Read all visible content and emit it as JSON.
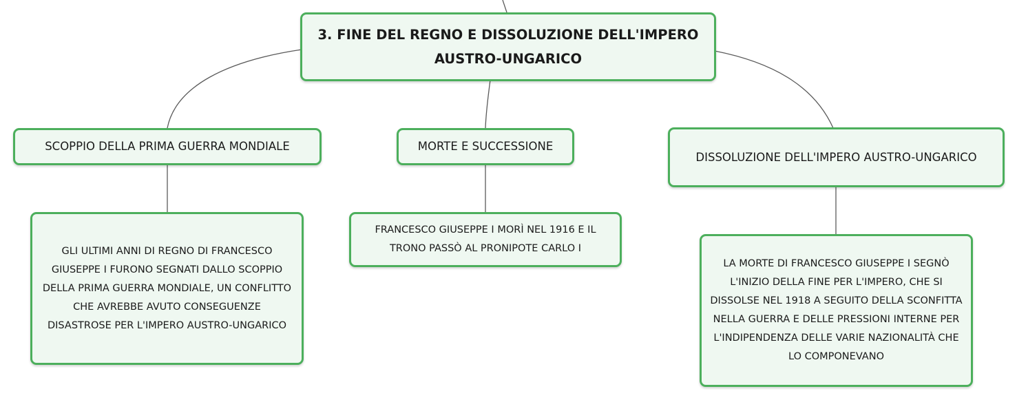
{
  "root": {
    "title": "3. FINE DEL REGNO E DISSOLUZIONE DELL'IMPERO AUSTRO-UNGARICO"
  },
  "branches": [
    {
      "label": "SCOPPIO DELLA PRIMA GUERRA MONDIALE",
      "detail": "GLI ULTIMI ANNI DI REGNO DI FRANCESCO GIUSEPPE I FURONO SEGNATI DALLO SCOPPIO DELLA PRIMA GUERRA MONDIALE, UN CONFLITTO CHE AVREBBE AVUTO CONSEGUENZE DISASTROSE PER L'IMPERO AUSTRO-UNGARICO"
    },
    {
      "label": "MORTE E SUCCESSIONE",
      "detail": "FRANCESCO GIUSEPPE I MORÌ NEL 1916 E IL TRONO PASSÒ AL PRONIPOTE CARLO I"
    },
    {
      "label": "DISSOLUZIONE DELL'IMPERO AUSTRO-UNGARICO",
      "detail": "LA MORTE DI FRANCESCO GIUSEPPE I SEGNÒ L'INIZIO DELLA FINE PER L'IMPERO, CHE SI DISSOLSE NEL 1918 A SEGUITO DELLA SCONFITTA NELLA GUERRA E DELLE PRESSIONI INTERNE PER L'INDIPENDENZA DELLE VARIE NAZIONALITÀ CHE LO COMPONEVANO"
    }
  ],
  "colors": {
    "border": "#4caf5c",
    "fill": "#eff8f1",
    "connector": "#5a5a5a"
  }
}
